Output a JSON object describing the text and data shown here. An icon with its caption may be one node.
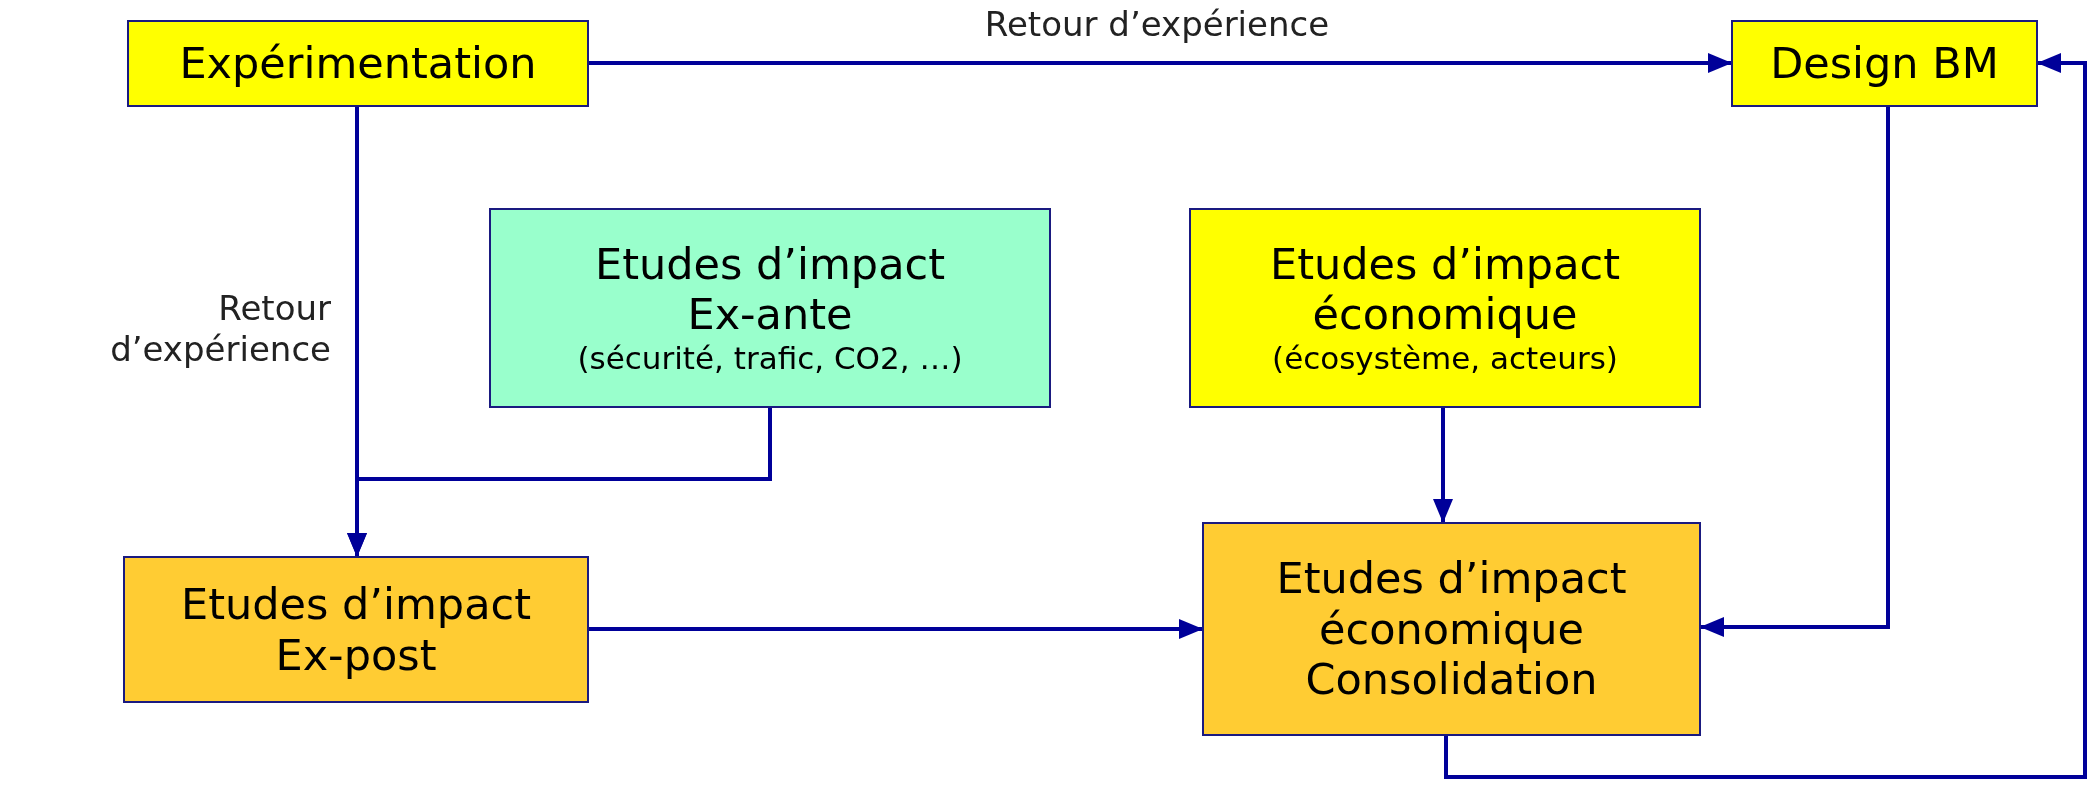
{
  "diagram": {
    "nodes": [
      {
        "text": [
          "Expérimentation"
        ]
      },
      {
        "text": [
          "Design BM"
        ]
      },
      {
        "text": [
          "Etudes d’impact Ex-ante",
          "(sécurité, trafic, CO2, …)"
        ]
      },
      {
        "text": [
          "Etudes d’impact économique",
          "(écosystème, acteurs)"
        ]
      },
      {
        "text": [
          "Etudes d’impact Ex-post"
        ]
      },
      {
        "text": [
          "Etudes d’impact économique Consolidation"
        ]
      }
    ],
    "edges": [
      {
        "from": 0,
        "to": 1,
        "arrow": "to",
        "label": "Retour d’expérience"
      },
      {
        "from": 0,
        "to": 4,
        "arrow": "to",
        "label": "Retour d’expérience"
      },
      {
        "from": 2,
        "to": 4,
        "arrow": "to"
      },
      {
        "from": 3,
        "to": 5,
        "arrow": "to"
      },
      {
        "from": 4,
        "to": 5,
        "arrow": "to"
      },
      {
        "from": 1,
        "to": 5,
        "arrow": "to"
      },
      {
        "from": 5,
        "to": 1,
        "arrow": "to"
      }
    ]
  }
}
